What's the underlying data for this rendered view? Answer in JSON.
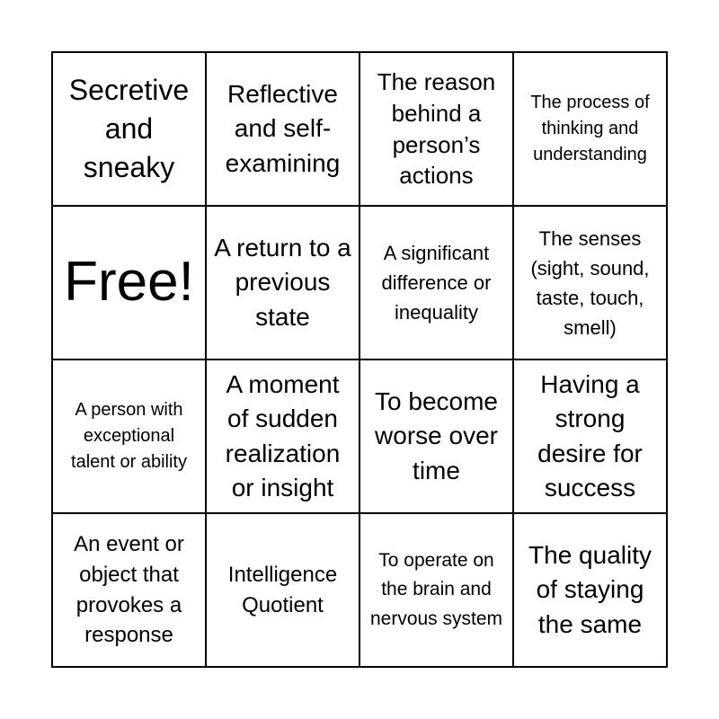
{
  "cells": [
    "Secretive and sneaky",
    "Reflective and self-examining",
    "The reason behind a person’s actions",
    "The process of thinking and understanding",
    "Free!",
    "A return to a previous state",
    "A significant difference or inequality",
    "The senses (sight, sound, taste, touch, smell)",
    "A person with exceptional talent or ability",
    "A moment of sudden realization or insight",
    "To become worse over time",
    "Having a strong desire for success",
    "An event or object that provokes a response",
    "Intelligence Quotient",
    "To operate on the brain and nervous system",
    "The quality of staying the same"
  ]
}
